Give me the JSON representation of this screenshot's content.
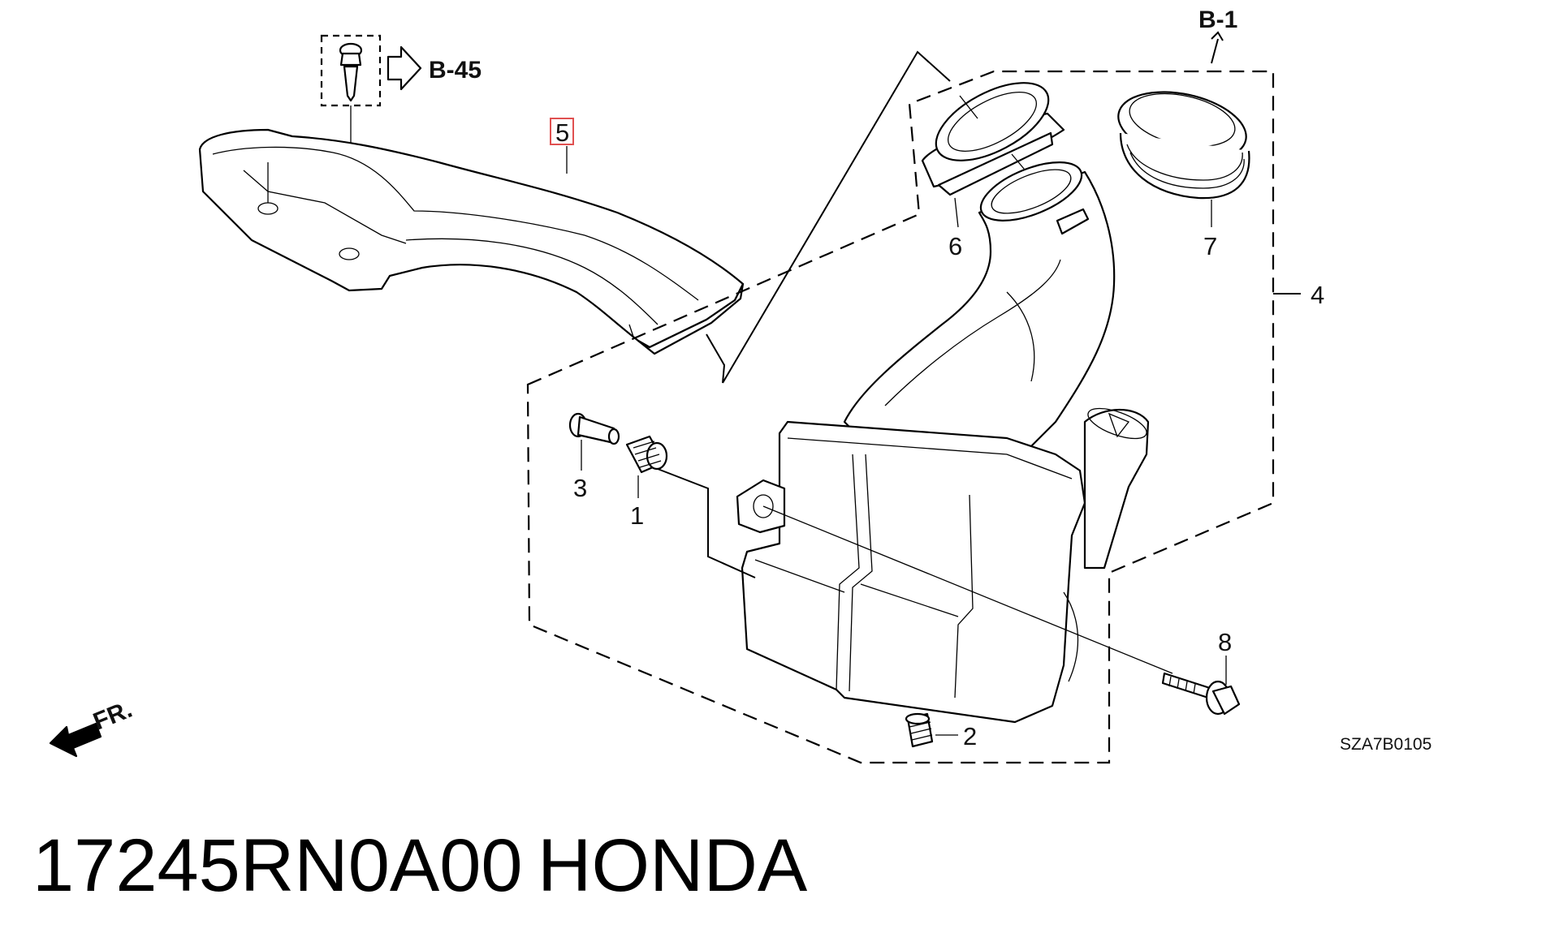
{
  "diagram": {
    "references": {
      "b1": "B-1",
      "b45": "B-45"
    },
    "callouts": [
      "1",
      "2",
      "3",
      "4",
      "5",
      "6",
      "7",
      "8"
    ],
    "front_marker": "FR.",
    "drawing_code": "SZA7B0105",
    "part_number": "17245RN0A00",
    "brand": "HONDA",
    "colors": {
      "highlight_box": "#e05050",
      "line": "#000000"
    }
  }
}
